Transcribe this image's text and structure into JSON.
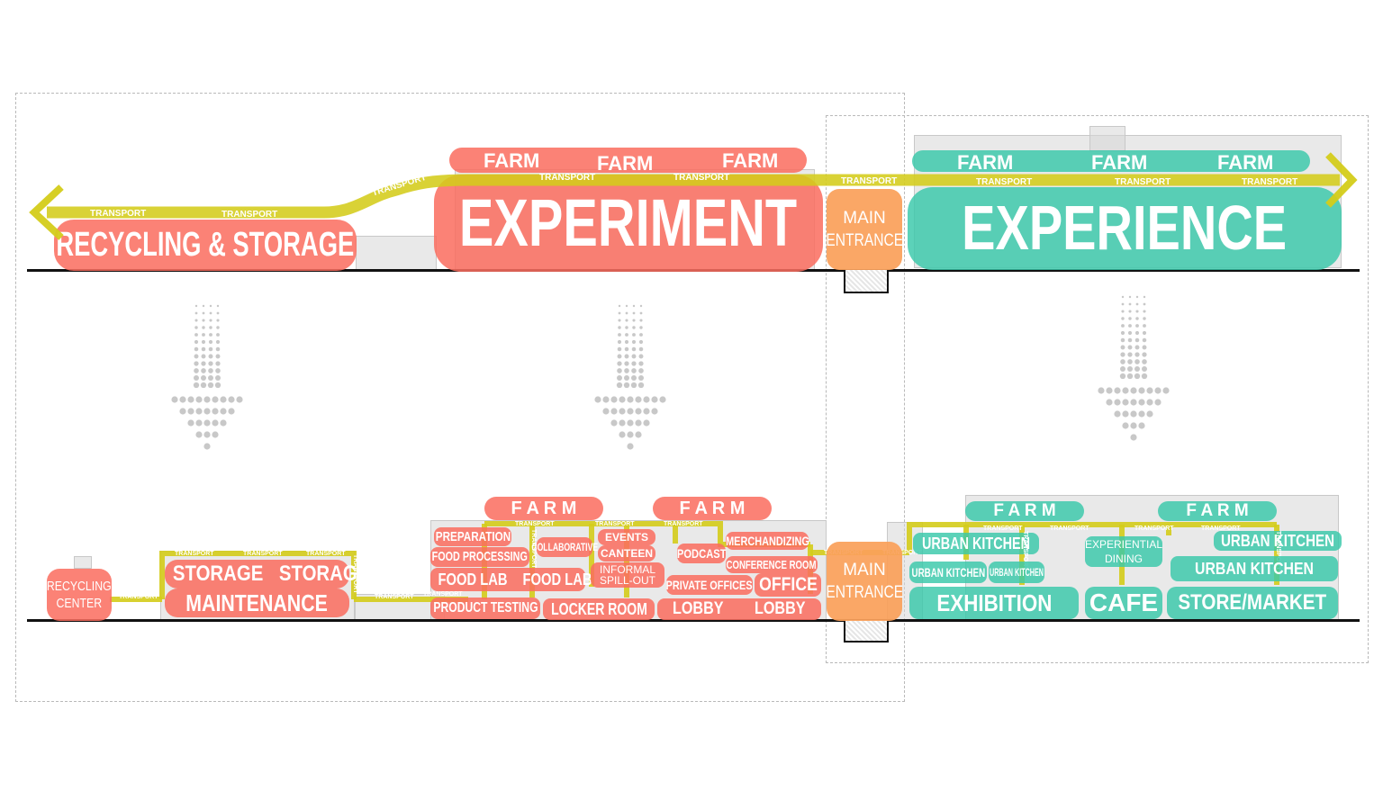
{
  "labels": {
    "recycling_storage": "RECYCLING & STORAGE",
    "experiment": "EXPERIMENT",
    "experience": "EXPERIENCE",
    "main_entrance_line1": "MAIN",
    "main_entrance_line2": "ENTRANCE",
    "farm": "FARM",
    "farm_spaced": "F A R M",
    "transport": "TRANSPORT",
    "recycling_center_line1": "RECYCLING",
    "recycling_center_line2": "CENTER",
    "storage": "STORAGE",
    "maintenance": "MAINTENANCE",
    "preparation": "PREPARATION",
    "food_processing": "FOOD PROCESSING",
    "food_lab": "FOOD LAB",
    "product_testing": "PRODUCT TESTING",
    "collaborative": "COLLABORATIVE",
    "events": "EVENTS",
    "canteen": "CANTEEN",
    "informal_line1": "INFORMAL",
    "informal_line2": "SPILL-OUT",
    "locker_room": "LOCKER ROOM",
    "podcast": "PODCAST",
    "merchandizing": "MERCHANDIZING",
    "conference_room": "CONFERENCE ROOM",
    "private_offices": "PRIVATE OFFICES",
    "office": "OFFICE",
    "lobby": "LOBBY",
    "urban_kitchen": "URBAN KITCHEN",
    "experiential_line1": "EXPERIENTIAL",
    "experiential_line2": "DINING",
    "exhibition": "EXHIBITION",
    "cafe": "CAFE",
    "store_market": "STORE/MARKET"
  },
  "colors": {
    "experiment_red": "#fa6e5f",
    "experience_teal": "#38c8aa",
    "entrance_orange": "#faa05a",
    "transport_yellow": "#d4cc1a",
    "arrow_dots_gray": "#c8c8c8",
    "ground_black": "#111111",
    "dashed_border_gray": "#b9b9b9"
  }
}
